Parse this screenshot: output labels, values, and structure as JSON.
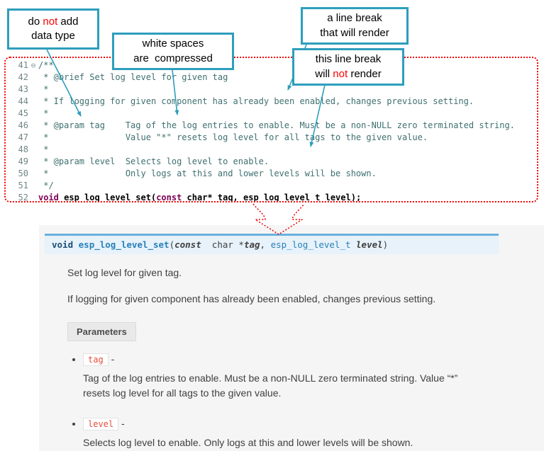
{
  "colors": {
    "accent": "#2e9ebc",
    "border_red": "#f20000",
    "arrow_red": "#e60000",
    "comment": "#3f6f6f",
    "keyword": "#7f0055",
    "panel_bg": "#f5f5f5",
    "sig_bg": "#e7f2fa",
    "sig_border": "#6ab0de",
    "chip_text": "#e74c3c"
  },
  "callouts": {
    "datatype": {
      "l1a": "do ",
      "l1red": "not",
      "l1b": " add",
      "l2": "data type"
    },
    "whitespace": {
      "l1": "white spaces",
      "l2": "are  compressed"
    },
    "break_render": {
      "l1": "a line break",
      "l2": "that will render"
    },
    "break_norender": {
      "l1": "this line break",
      "l2a": "will ",
      "l2red": "not",
      "l2b": " render"
    }
  },
  "editor": {
    "lines": [
      {
        "num": "41",
        "fold": "⊖",
        "segments": [
          {
            "text": "/**",
            "style": "comment"
          }
        ]
      },
      {
        "num": "42",
        "segments": [
          {
            "text": " * @brief Set log level for given tag",
            "style": "comment"
          }
        ]
      },
      {
        "num": "43",
        "segments": [
          {
            "text": " *",
            "style": "comment"
          }
        ]
      },
      {
        "num": "44",
        "segments": [
          {
            "text": " * If logging for given component has already been enabled, changes previous setting.",
            "style": "comment"
          }
        ]
      },
      {
        "num": "45",
        "segments": [
          {
            "text": " *",
            "style": "comment"
          }
        ]
      },
      {
        "num": "46",
        "segments": [
          {
            "text": " * @param tag    Tag of the log entries to enable. Must be a non-NULL zero terminated string.",
            "style": "comment"
          }
        ]
      },
      {
        "num": "47",
        "segments": [
          {
            "text": " *               Value \"*\" resets log level for all tags to the given value.",
            "style": "comment"
          }
        ]
      },
      {
        "num": "48",
        "segments": [
          {
            "text": " *",
            "style": "comment"
          }
        ]
      },
      {
        "num": "49",
        "segments": [
          {
            "text": " * @param level  Selects log level to enable.",
            "style": "comment"
          }
        ]
      },
      {
        "num": "50",
        "segments": [
          {
            "text": " *               Only logs at this and lower levels will be shown.",
            "style": "comment"
          }
        ]
      },
      {
        "num": "51",
        "segments": [
          {
            "text": " */",
            "style": "comment"
          }
        ]
      },
      {
        "num": "52",
        "segments": [
          {
            "text": "void",
            "style": "keyword"
          },
          {
            "text": " esp_log_level_set(",
            "style": "plain"
          },
          {
            "text": "const",
            "style": "keyword"
          },
          {
            "text": " char* tag, esp_log_level_t level);",
            "style": "plain"
          }
        ]
      }
    ]
  },
  "doc": {
    "signature": {
      "ret": "void ",
      "name": "esp_log_level_set",
      "paren_open": "(",
      "kw_const": "const",
      "type1": "  char *",
      "arg1": "tag",
      "sep": ", ",
      "type2": "esp_log_level_t ",
      "arg2": "level",
      "paren_close": ")"
    },
    "para1": "Set log level for given tag.",
    "para2": "If logging for given component has already been enabled, changes previous setting.",
    "parameters_label": "Parameters",
    "dash": "-",
    "params": [
      {
        "name": "tag",
        "desc": "Tag of the log entries to enable. Must be a non-NULL zero terminated string. Value “*” resets log level for all tags to the given value."
      },
      {
        "name": "level",
        "desc": "Selects log level to enable. Only logs at this and lower levels will be shown."
      }
    ]
  }
}
